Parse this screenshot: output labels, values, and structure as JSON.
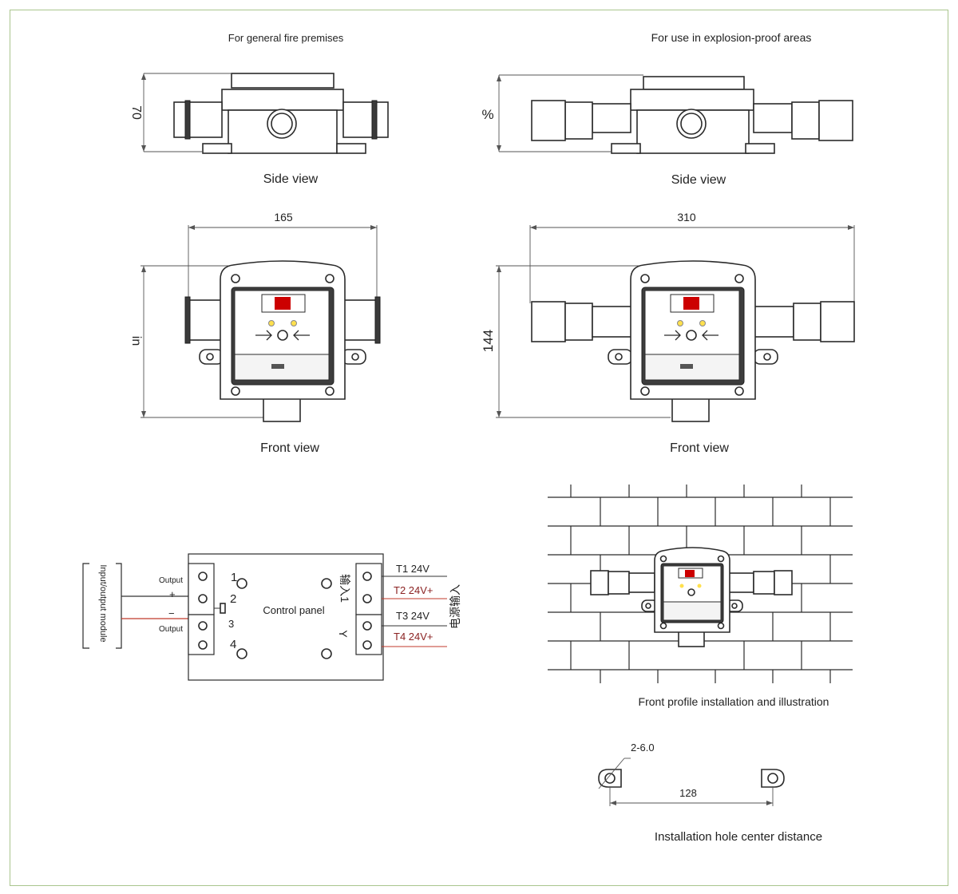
{
  "titles": {
    "left": "For general fire premises",
    "right": "For use in explosion-proof areas"
  },
  "captions": {
    "side_view_left": "Side view",
    "side_view_right": "Side view",
    "front_view_left": "Front view",
    "front_view_right": "Front view",
    "install_profile": "Front profile installation and illustration",
    "hole_distance": "Installation hole center distance"
  },
  "dimensions": {
    "side_left_height": "70",
    "side_right_height": "%",
    "front_left_width": "165",
    "front_left_height": "in",
    "front_right_width": "310",
    "front_right_height": "144",
    "hole_spec": "2-6.0",
    "hole_distance": "128"
  },
  "wiring": {
    "module_label": "Input/output module",
    "output_top": "Output",
    "output_bottom": "Output",
    "plus": "+",
    "minus": "−",
    "control_panel": "Control panel",
    "pins": [
      "1",
      "2",
      "3",
      "4"
    ],
    "input1_label": "输入1",
    "input_y_label": "Y",
    "power_input_label": "电源输入",
    "t1": "T1 24V",
    "t2": "T2 24V+",
    "t3": "T3 24V",
    "t4": "T4 24V+"
  },
  "colors": {
    "frame_border": "#a9c58e",
    "red_text": "#8b2323",
    "red_wire": "#c0392b",
    "window_red": "#cc0000"
  }
}
